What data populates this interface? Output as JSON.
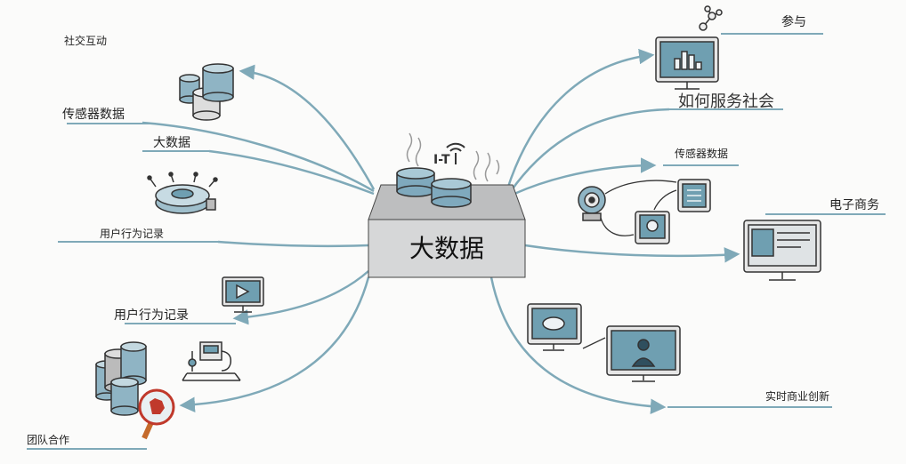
{
  "center": {
    "title": "大数据"
  },
  "left_nodes": [
    {
      "label": "社交互动"
    },
    {
      "label": "传感器数据"
    },
    {
      "label": "大数据"
    },
    {
      "label": "用户行为记录"
    },
    {
      "label": "用户行为记录"
    },
    {
      "label": "团队合作"
    }
  ],
  "right_nodes": [
    {
      "label": "参与"
    },
    {
      "label": "如何服务社会"
    },
    {
      "label": "传感器数据"
    },
    {
      "label": "电子商务"
    },
    {
      "label": "实时商业创新"
    }
  ],
  "iot_text": "I-T",
  "colors": {
    "line": "#7fa9b8",
    "teal": "#6f9fb1",
    "box": "#d6d7d8"
  }
}
